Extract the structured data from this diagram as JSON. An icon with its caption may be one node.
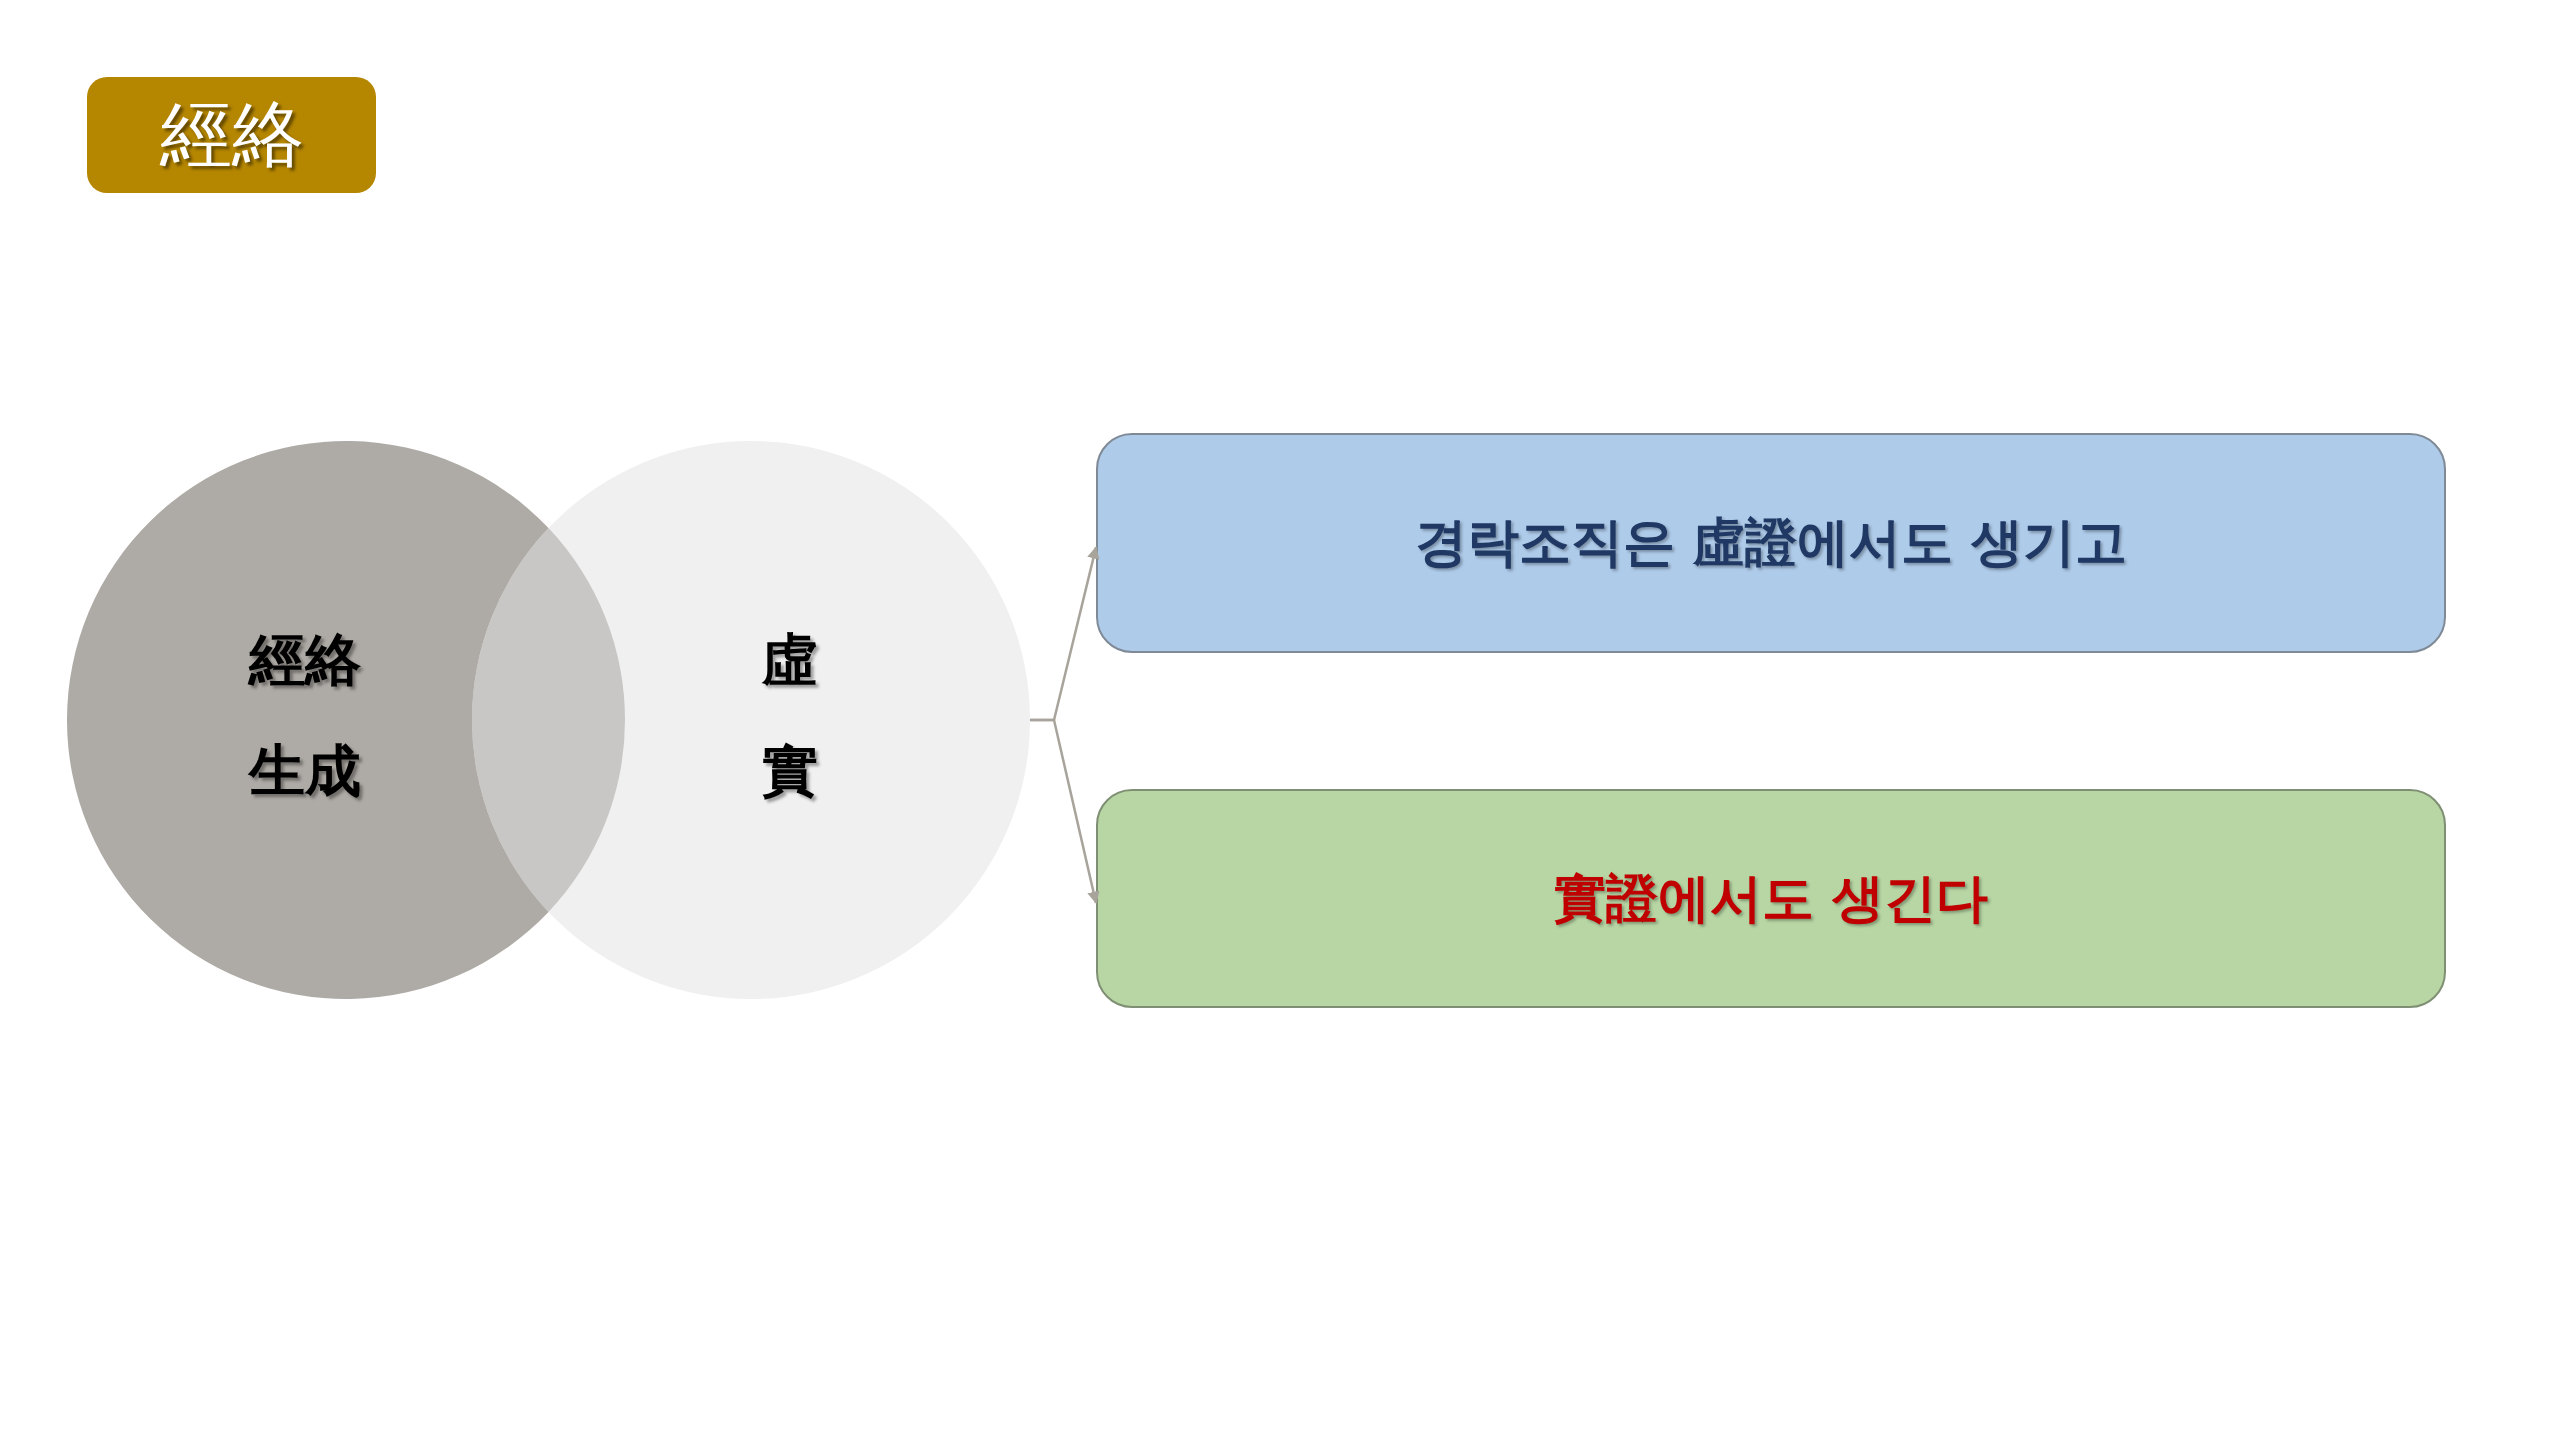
{
  "diagram": {
    "nodes": [
      {
        "text": [
          "經絡"
        ]
      },
      {
        "text": [
          "經絡",
          "生成"
        ]
      },
      {
        "text": [
          "虛",
          "實"
        ]
      },
      {
        "text": [
          "경락조직은 虛證에서도 생기고"
        ]
      },
      {
        "text": [
          "實證에서도 생긴다"
        ]
      }
    ],
    "edges": [
      {
        "from": 2,
        "to": 3,
        "arrow": "to"
      },
      {
        "from": 2,
        "to": 4,
        "arrow": "to"
      }
    ]
  }
}
